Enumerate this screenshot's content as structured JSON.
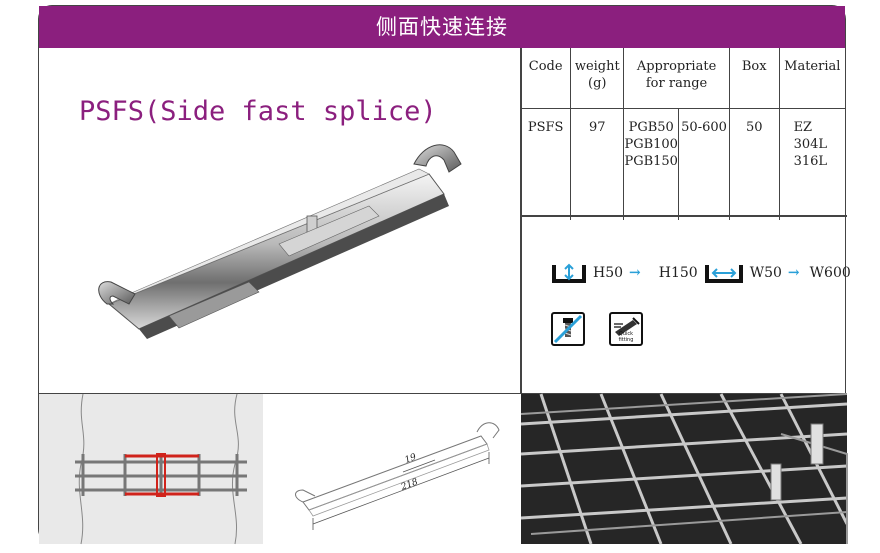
{
  "banner": {
    "title": "侧面快速连接"
  },
  "product": {
    "title": "PSFS(Side fast splice)"
  },
  "spec_table": {
    "headers": {
      "code": "Code",
      "weight_1": "weight",
      "weight_2": "(g)",
      "range_1": "Appropriate",
      "range_2": "for range",
      "box": "Box",
      "material": "Material"
    },
    "row": {
      "code": "PSFS",
      "weight": "97",
      "models": [
        "PGB50",
        "PGB100",
        "PGB150"
      ],
      "range": "50-600",
      "box": "50",
      "materials": [
        "EZ",
        "304L",
        "316L"
      ]
    }
  },
  "ranges": {
    "h_start": "H50",
    "h_end": "H150",
    "w_start": "W50",
    "w_end": "W600",
    "arrow": "→"
  },
  "badges": {
    "quick_fitting": "Quick fitting"
  },
  "dimensions": {
    "width_label": "19",
    "length_label": "218"
  },
  "colors": {
    "banner": "#8b1f7e",
    "title": "#8b1f7e",
    "arrow": "#2aa0d8",
    "badge_strike": "#2aa0d8"
  }
}
